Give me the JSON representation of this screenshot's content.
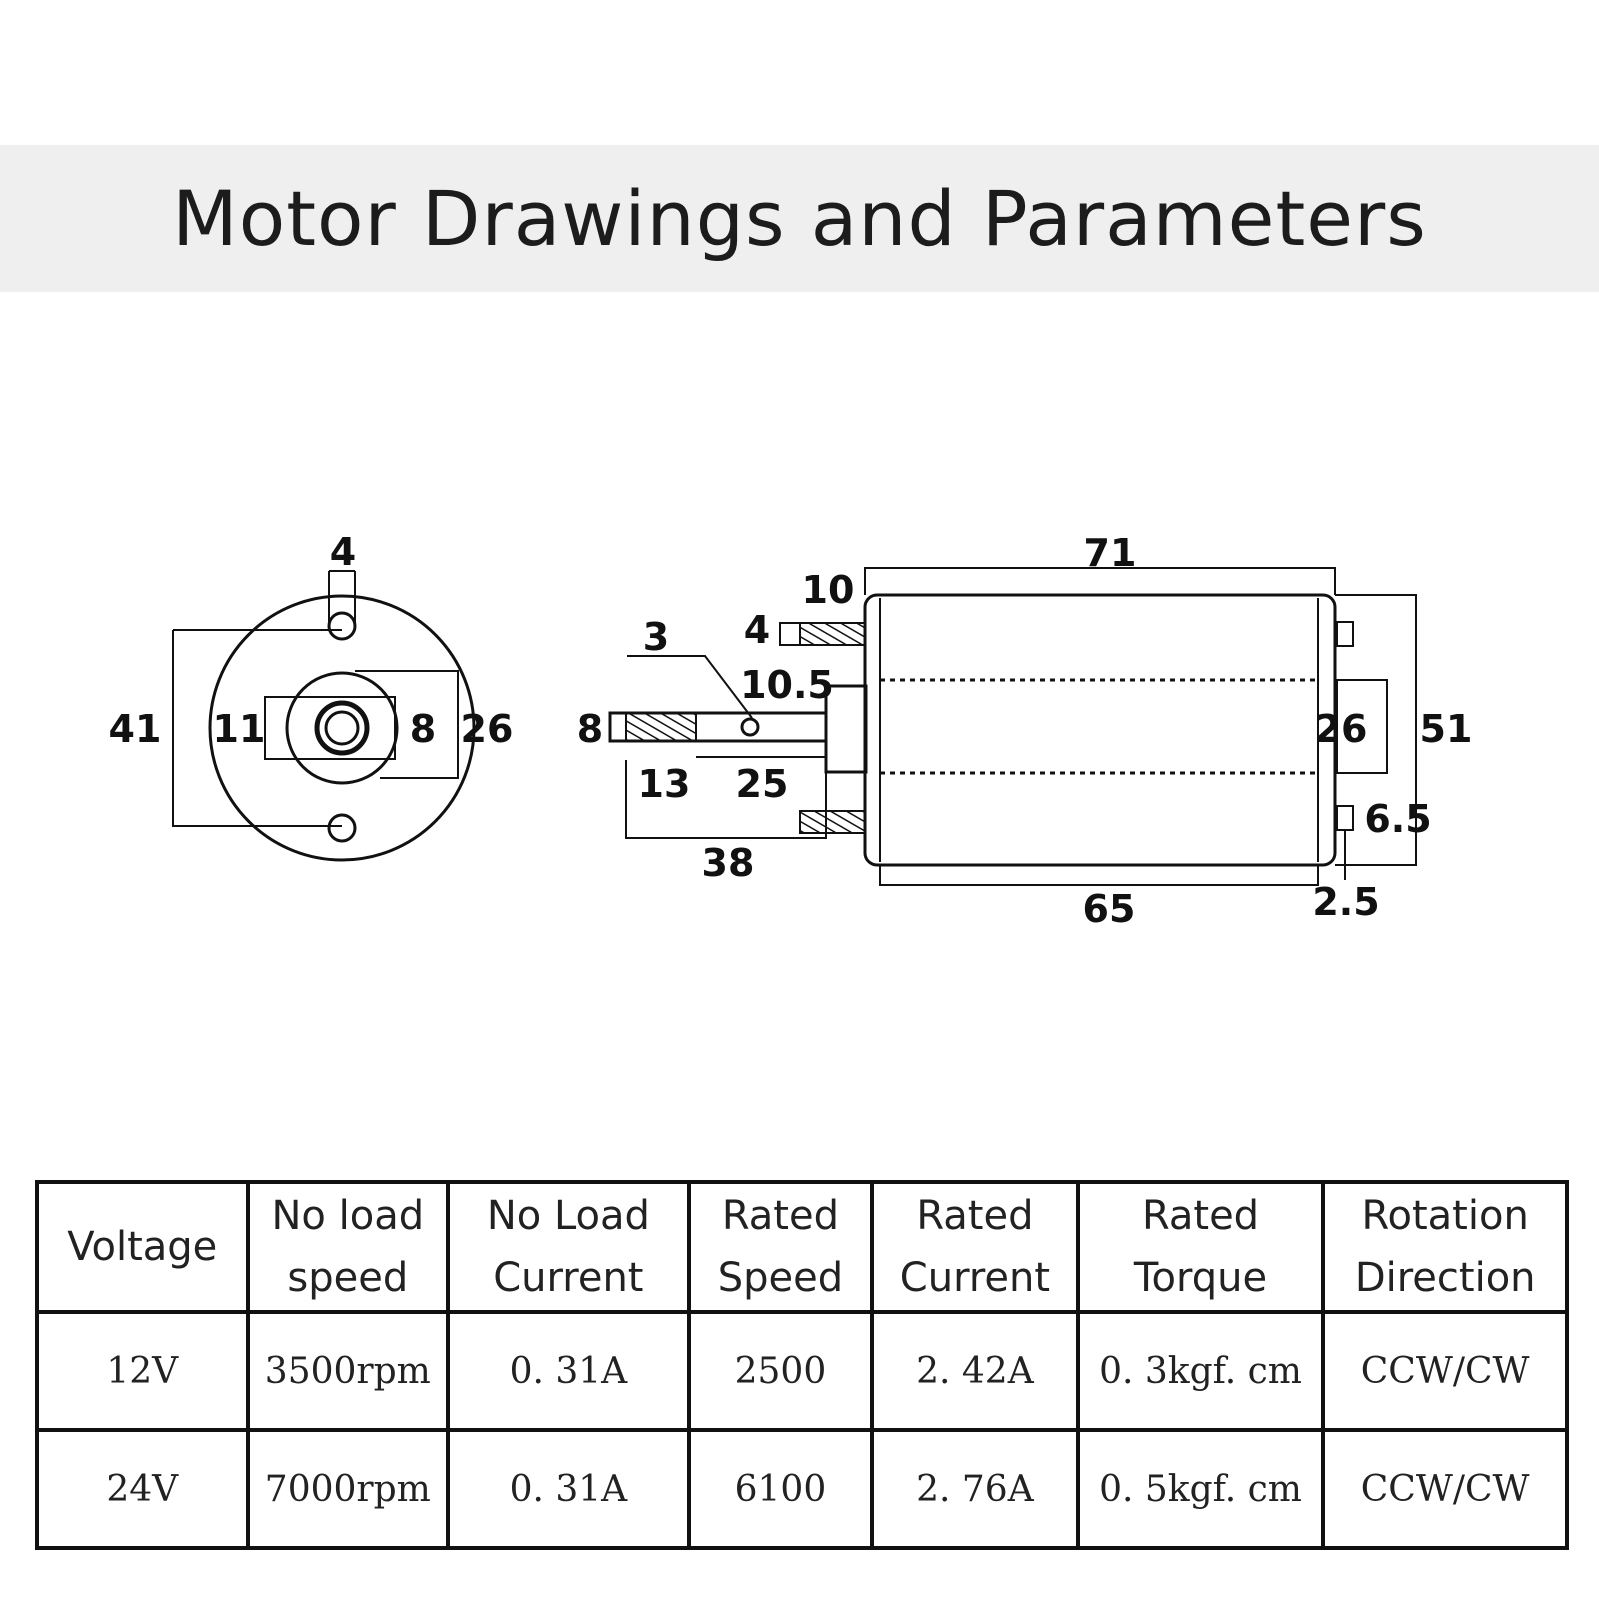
{
  "title": "Motor Drawings and Parameters",
  "front_view_dims": {
    "top": "4",
    "height": "41",
    "center_width": "11",
    "shaft": "8",
    "right": "26"
  },
  "side_view_dims": {
    "overall_length": "71",
    "flange": "10",
    "screw": "4",
    "key": "3",
    "boss": "10.5",
    "shaft_dia": "8",
    "shaft_step": "13",
    "shaft_length": "25",
    "shaft_total": "38",
    "body_length": "65",
    "rear_boss": "26",
    "body_dia": "51",
    "terminal": "6.5",
    "rear_cap": "2.5"
  },
  "table": {
    "headers": [
      [
        "Voltage"
      ],
      [
        "No load",
        "speed"
      ],
      [
        "No Load",
        "Current"
      ],
      [
        "Rated",
        "Speed"
      ],
      [
        "Rated",
        "Current"
      ],
      [
        "Rated",
        "Torque"
      ],
      [
        "Rotation",
        "Direction"
      ]
    ],
    "rows": [
      [
        "12V",
        "3500rpm",
        "0. 31A",
        "2500",
        "2. 42A",
        "0. 3kgf. cm",
        "CCW/CW"
      ],
      [
        "24V",
        "7000rpm",
        "0. 31A",
        "6100",
        "2. 76A",
        "0. 5kgf. cm",
        "CCW/CW"
      ]
    ]
  }
}
